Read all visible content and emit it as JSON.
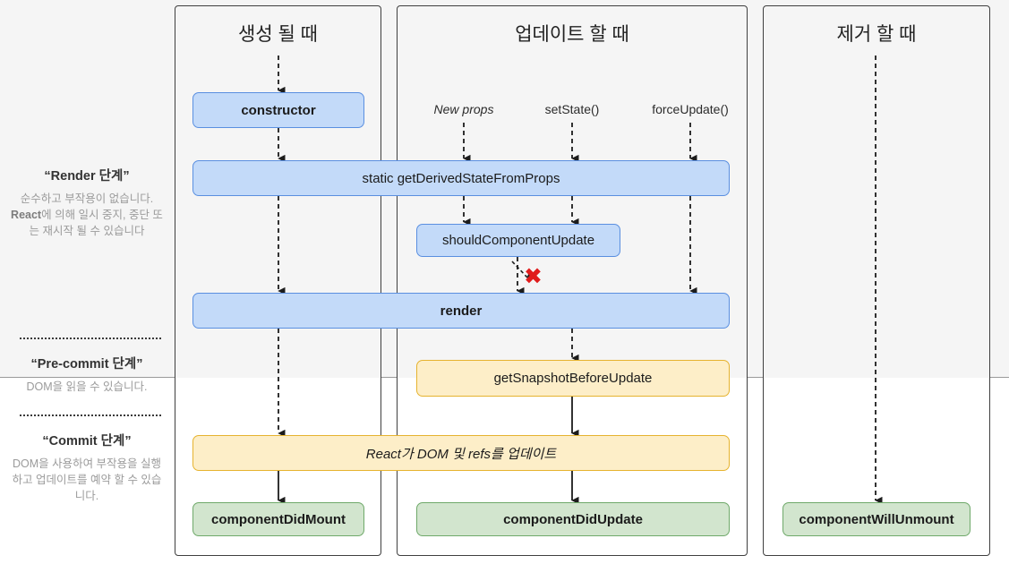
{
  "columns": [
    {
      "id": "mounting",
      "title": "생성 될 때"
    },
    {
      "id": "updating",
      "title": "업데이트 할 때"
    },
    {
      "id": "unmounting",
      "title": "제거 할 때"
    }
  ],
  "phases": [
    {
      "id": "render-phase",
      "title": "“Render 단계”",
      "description_parts": [
        "순수하고 부작용이 없습니다. ",
        "React",
        "에 의해 일시 중지, 중단 또는 재시작 될 수 있습니다"
      ],
      "description": "순수하고 부작용이 없습니다. React에 의해 일시 중지, 중단 또는 재시작 될 수 있습니다"
    },
    {
      "id": "pre-commit-phase",
      "title": "“Pre-commit 단계”",
      "description": "DOM을 읽을 수 있습니다."
    },
    {
      "id": "commit-phase",
      "title": "“Commit 단계”",
      "description": "DOM을 사용하여 부작용을 실행하고 업데이트를 예약 할 수 있습니다."
    }
  ],
  "triggers": [
    {
      "id": "new-props",
      "label": "New props",
      "style": "italic"
    },
    {
      "id": "set-state",
      "label": "setState()",
      "style": "normal"
    },
    {
      "id": "force-update",
      "label": "forceUpdate()",
      "style": "normal"
    }
  ],
  "nodes": [
    {
      "id": "constructor",
      "label": "constructor",
      "color": "blue",
      "weight": "bold"
    },
    {
      "id": "get-derived-state-from-props",
      "label": "static getDerivedStateFromProps",
      "color": "blue",
      "weight": "normal"
    },
    {
      "id": "should-component-update",
      "label": "shouldComponentUpdate",
      "color": "blue",
      "weight": "normal"
    },
    {
      "id": "render",
      "label": "render",
      "color": "blue",
      "weight": "bold"
    },
    {
      "id": "get-snapshot-before-update",
      "label": "getSnapshotBeforeUpdate",
      "color": "amber",
      "weight": "normal"
    },
    {
      "id": "react-updates-dom-and-refs",
      "label": "React가 DOM 및 refs를 업데이트",
      "color": "amber",
      "weight": "italic"
    },
    {
      "id": "component-did-mount",
      "label": "componentDidMount",
      "color": "green",
      "weight": "bold"
    },
    {
      "id": "component-did-update",
      "label": "componentDidUpdate",
      "color": "green",
      "weight": "bold"
    },
    {
      "id": "component-will-unmount",
      "label": "componentWillUnmount",
      "color": "green",
      "weight": "bold"
    }
  ],
  "annotations": [
    {
      "id": "should-component-update-false",
      "glyph": "✖",
      "color": "#e01b1b",
      "meaning": "skip-render-when-false"
    }
  ],
  "palette": {
    "blue_fill": "#c3daf9",
    "blue_border": "#5a8fe0",
    "amber_fill": "#fdeec8",
    "amber_border": "#e6b32f",
    "green_fill": "#d2e5ce",
    "green_border": "#6fa96a",
    "band_top": "#f5f5f5",
    "band_bottom": "#ffffff",
    "panel_border": "#3f3f3f",
    "text": "#1b1b1b",
    "legend_text": "#9b9b9b",
    "x_red": "#e01b1b"
  }
}
